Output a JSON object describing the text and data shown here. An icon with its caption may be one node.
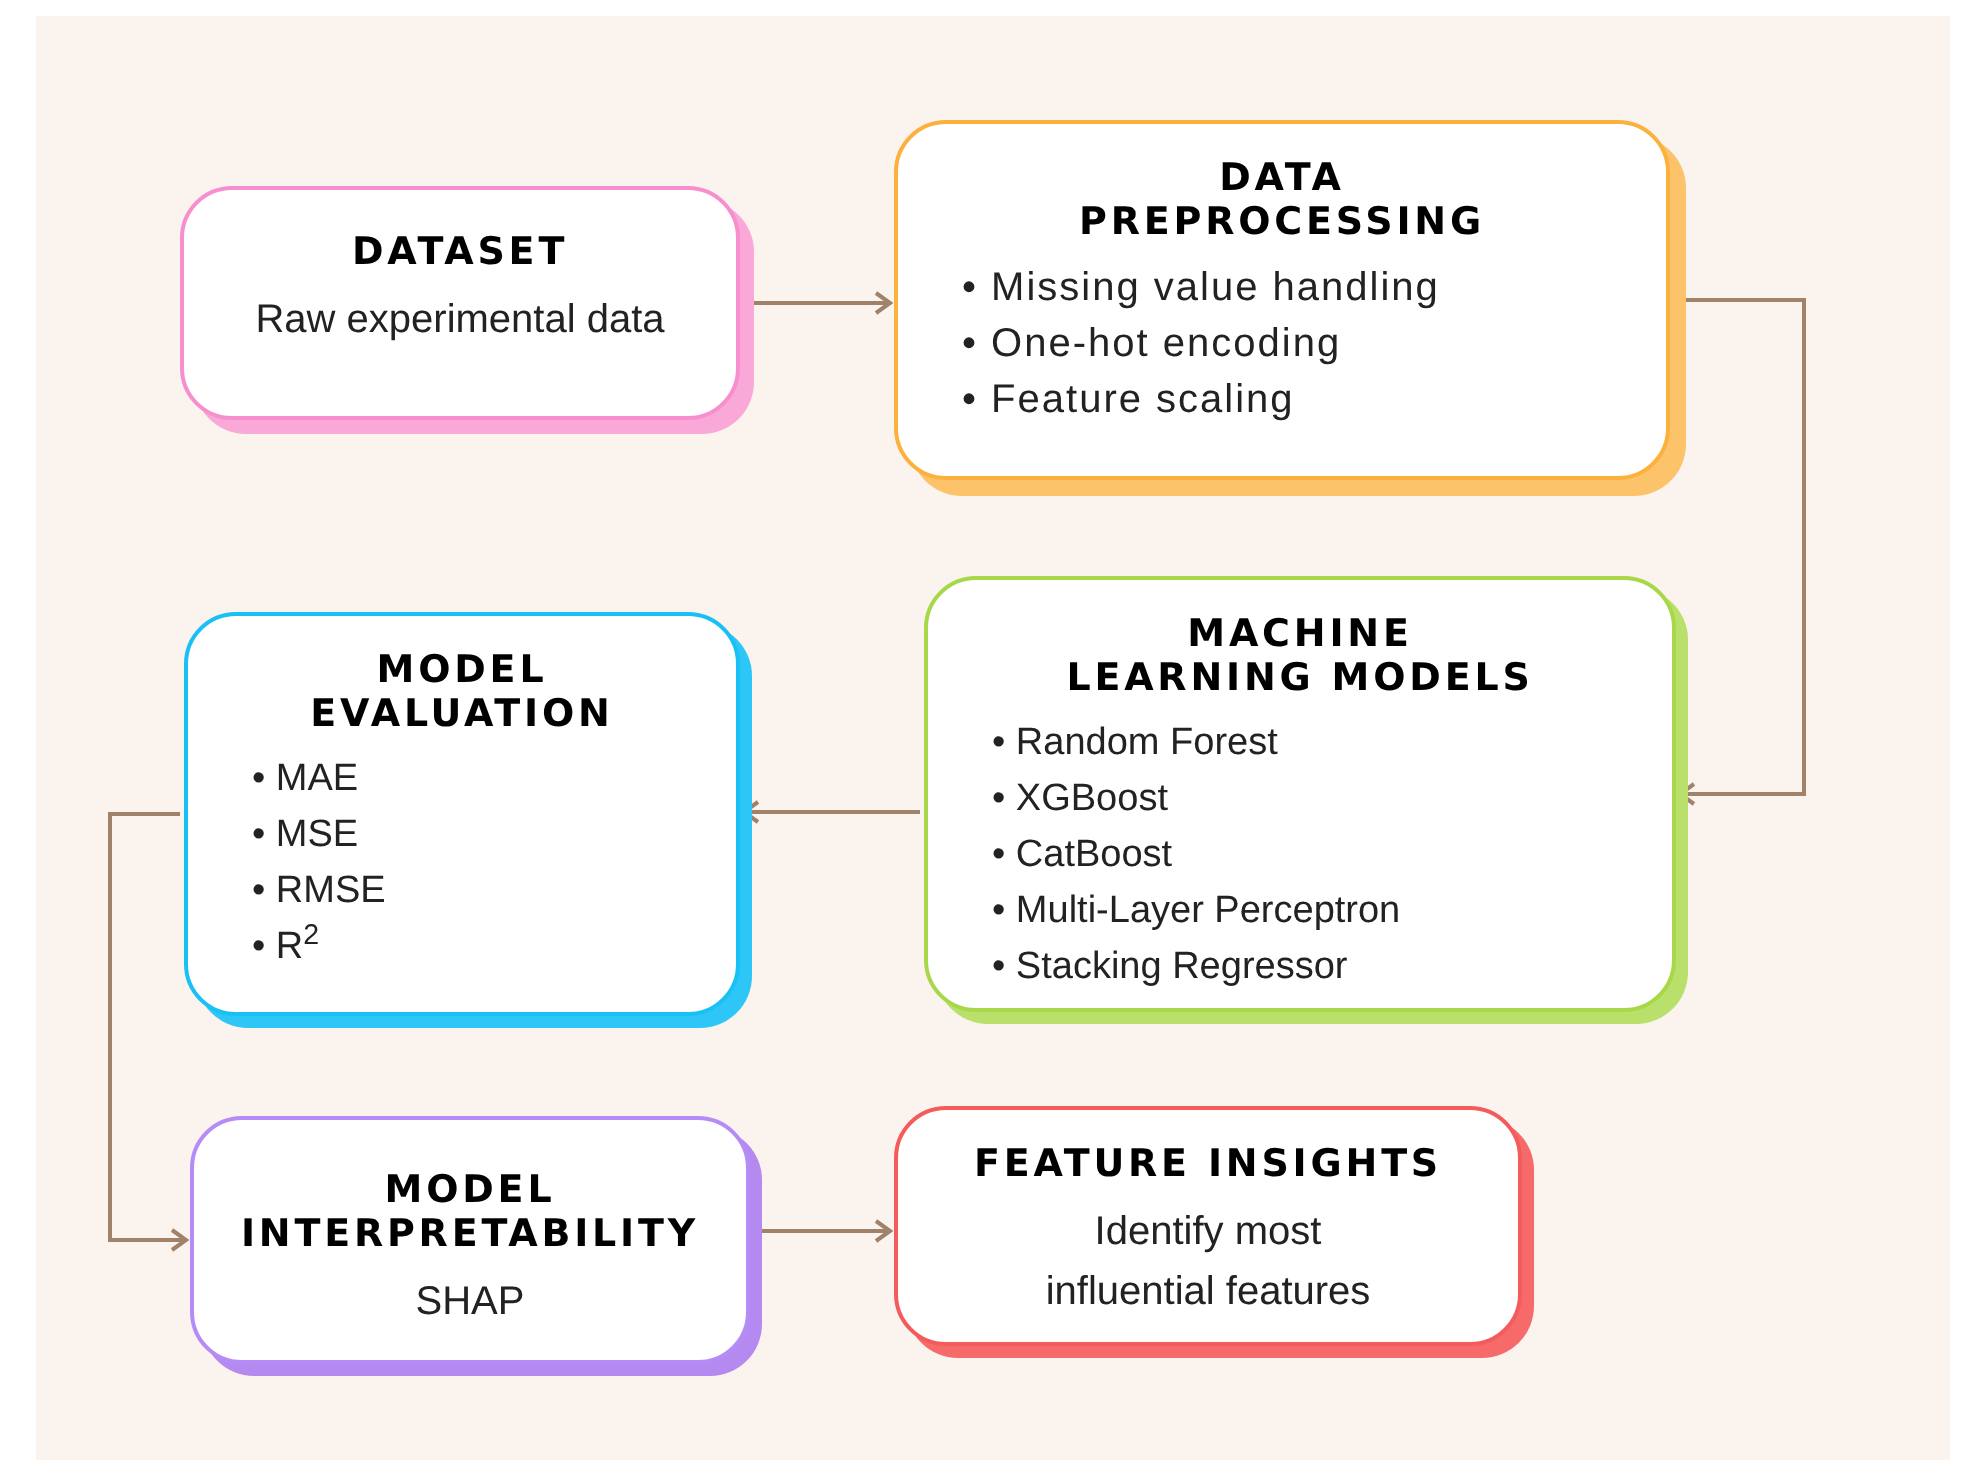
{
  "diagram": {
    "nodes": [
      {
        "text": [
          "DATASET",
          "Raw experimental data"
        ]
      },
      {
        "text": [
          "DATA PREPROCESSING",
          "• Missing value handling",
          "• One-hot encoding",
          "• Feature scaling"
        ]
      },
      {
        "text": [
          "MACHINE LEARNING MODELS",
          "• Random Forest",
          "• XGBoost",
          "• CatBoost",
          "• Multi-Layer Perceptron",
          "• Stacking Regressor"
        ]
      },
      {
        "text": [
          "MODEL EVALUATION",
          "• MAE",
          "• MSE",
          "• RMSE",
          "• R$^{2}$"
        ]
      },
      {
        "text": [
          "MODEL INTERPRETABILITY",
          "SHAP"
        ]
      },
      {
        "text": [
          "FEATURE INSIGHTS",
          "Identify most influential features"
        ]
      }
    ],
    "edges": [
      {
        "from": 0,
        "to": 1,
        "arrow": "to"
      },
      {
        "from": 1,
        "to": 2,
        "arrow": "to"
      },
      {
        "from": 2,
        "to": 3,
        "arrow": "to"
      },
      {
        "from": 3,
        "to": 4,
        "arrow": "to"
      },
      {
        "from": 4,
        "to": 5,
        "arrow": "to"
      }
    ]
  }
}
